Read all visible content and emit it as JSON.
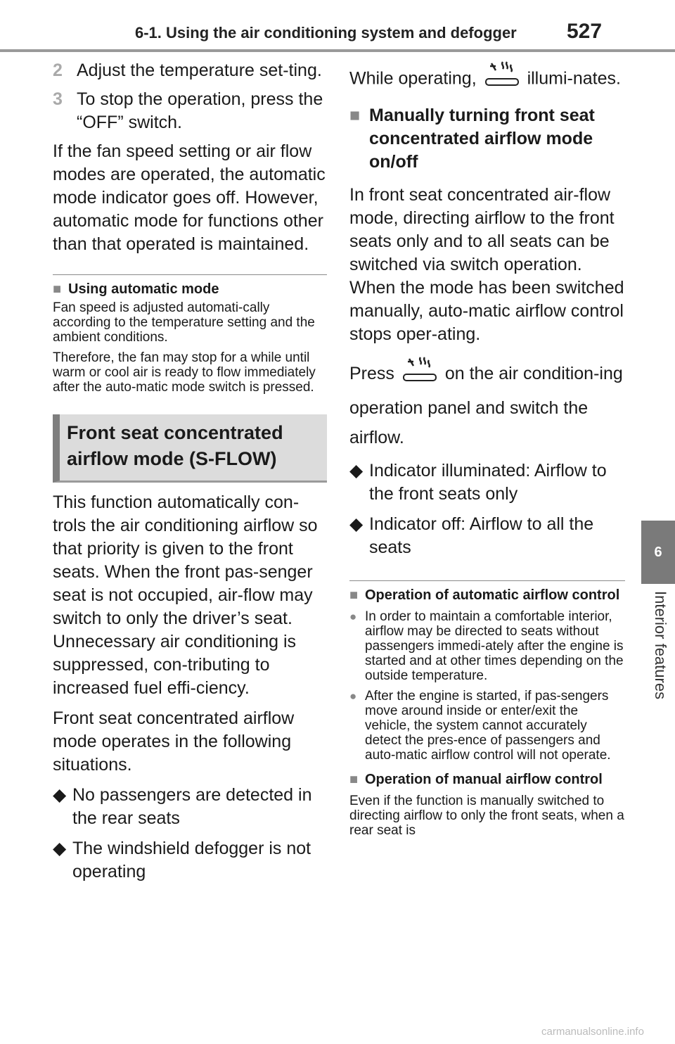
{
  "header": {
    "title": "6-1. Using the air conditioning system and defogger",
    "page_number": "527"
  },
  "side_tab": {
    "number": "6",
    "label": "Interior features"
  },
  "left": {
    "steps": [
      {
        "num": "2",
        "text": "Adjust the temperature set-ting."
      },
      {
        "num": "3",
        "text": "To stop the operation, press the “OFF” switch."
      }
    ],
    "para1": "If the fan speed setting or air flow modes are operated, the automatic mode indicator goes off. However, automatic mode for functions other than that operated is maintained.",
    "note1_title": "Using automatic mode",
    "note1_p1": "Fan speed is adjusted automati-cally according to the temperature setting and the ambient conditions.",
    "note1_p2": "Therefore, the fan may stop for a while until warm or cool air is ready to flow immediately after the auto-matic mode switch is pressed.",
    "section_title": "Front seat concentrated airflow mode (S-FLOW)",
    "para2": "This function automatically con-trols the air conditioning airflow so that priority is given to the front seats. When the front pas-senger seat is not occupied, air-flow may switch to only the driver’s seat. Unnecessary air conditioning is suppressed, con-tributing to increased fuel effi-ciency.",
    "para3": "Front seat concentrated airflow mode operates in the following situations.",
    "bullets": [
      "No passengers are detected in the rear seats",
      "The windshield defogger is not operating"
    ]
  },
  "right": {
    "para_op_a": "While operating,",
    "para_op_b": "illumi-nates.",
    "heading": "Manually turning front seat concentrated airflow mode on/off",
    "para1": "In front seat concentrated air-flow mode, directing airflow to the front seats only and to all seats can be switched via switch operation. When the mode has been switched manually, auto-matic airflow control stops oper-ating.",
    "press_a": "Press",
    "press_b": "on the air condition-ing operation panel and switch the airflow.",
    "bullets": [
      "Indicator illuminated: Airflow to the front seats only",
      "Indicator off: Airflow to all the seats"
    ],
    "note2_title": "Operation of automatic airflow control",
    "note2_items": [
      "In order to maintain a comfortable interior, airflow may be directed to seats without passengers immedi-ately after the engine is started and at other times depending on the outside temperature.",
      "After the engine is started, if pas-sengers move around inside or enter/exit the vehicle, the system cannot accurately detect the pres-ence of passengers and auto-matic airflow control will not operate."
    ],
    "note3_title": "Operation of manual airflow control",
    "note3_p": "Even if the function is manually switched to directing airflow to only the front seats, when a rear seat is"
  },
  "watermark": "carmanualsonline.info",
  "icons": {
    "sflow": "s-flow-airflow-icon"
  }
}
